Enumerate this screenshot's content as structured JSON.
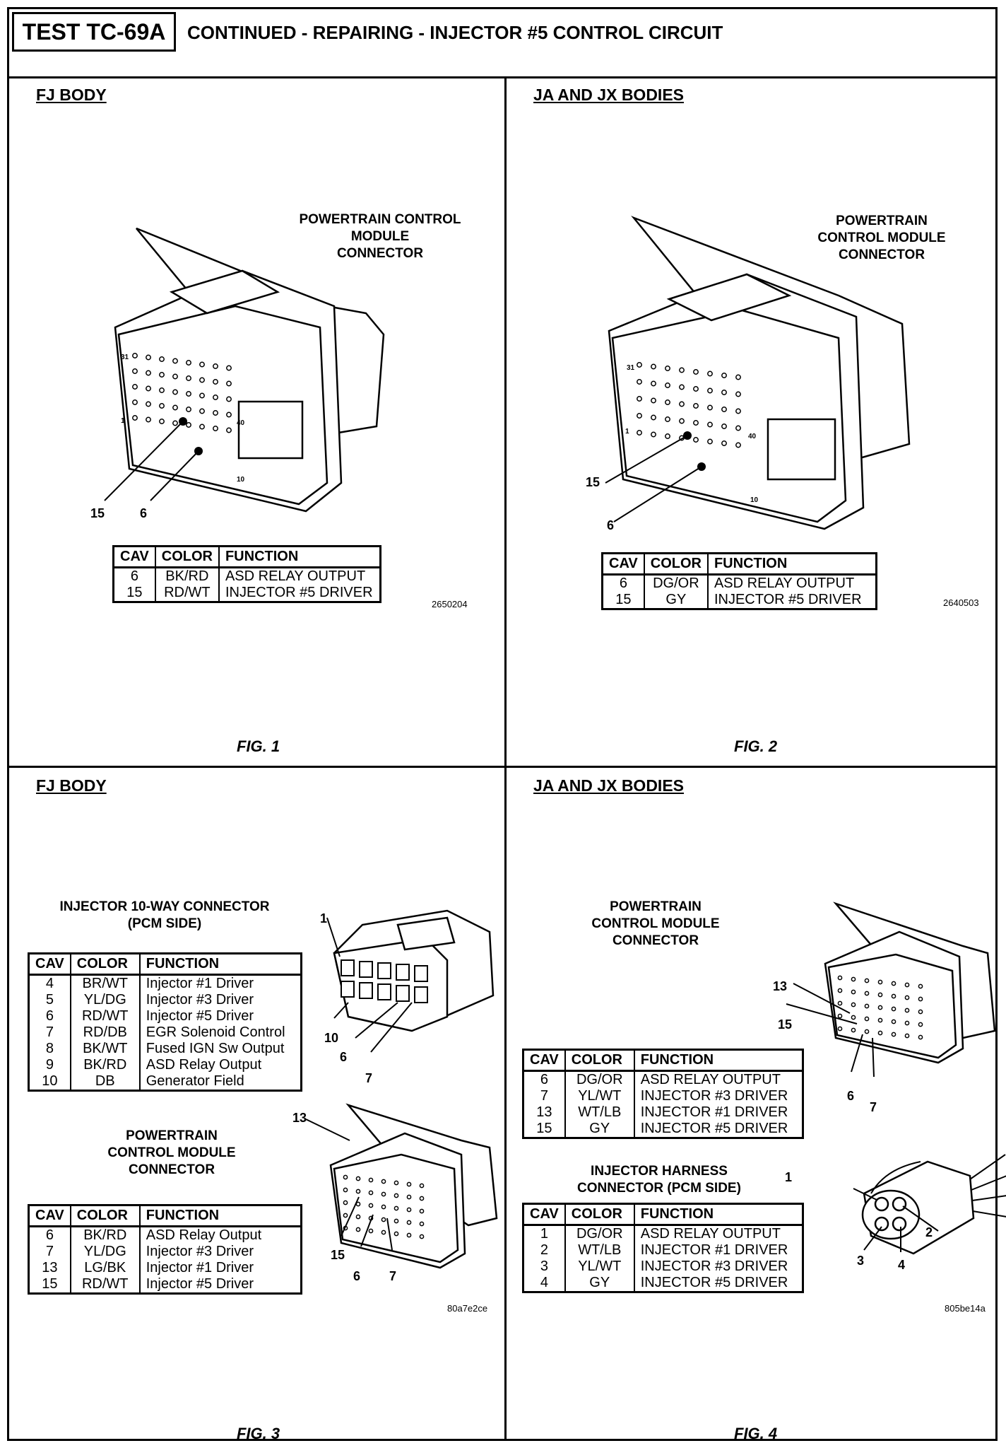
{
  "header": {
    "test_id": "TEST TC-69A",
    "title": "CONTINUED - REPAIRING - INJECTOR #5 CONTROL CIRCUIT"
  },
  "fig1": {
    "body_title": "FJ BODY",
    "connector_label": [
      "POWERTRAIN CONTROL",
      "MODULE",
      "CONNECTOR"
    ],
    "callouts": {
      "a": "15",
      "b": "6"
    },
    "pin_numbers": {
      "p31": "31",
      "p1": "1",
      "p40": "40",
      "p10": "10"
    },
    "table": {
      "headers": [
        "CAV",
        "COLOR",
        "FUNCTION"
      ],
      "rows": [
        [
          "6",
          "BK/RD",
          "ASD RELAY OUTPUT"
        ],
        [
          "15",
          "RD/WT",
          "INJECTOR #5 DRIVER"
        ]
      ]
    },
    "image_id": "2650204",
    "fig_label": "FIG. 1"
  },
  "fig2": {
    "body_title": "JA AND JX BODIES",
    "connector_label": [
      "POWERTRAIN",
      "CONTROL MODULE",
      "CONNECTOR"
    ],
    "callouts": {
      "a": "15",
      "b": "6"
    },
    "pin_numbers": {
      "p31": "31",
      "p1": "1",
      "p40": "40",
      "p10": "10"
    },
    "table": {
      "headers": [
        "CAV",
        "COLOR",
        "FUNCTION"
      ],
      "rows": [
        [
          "6",
          "DG/OR",
          "ASD RELAY OUTPUT"
        ],
        [
          "15",
          "GY",
          "INJECTOR #5 DRIVER"
        ]
      ]
    },
    "image_id": "2640503",
    "fig_label": "FIG. 2"
  },
  "fig3": {
    "body_title": "FJ BODY",
    "injector_label": [
      "INJECTOR 10-WAY CONNECTOR",
      "(PCM SIDE)"
    ],
    "injector_callouts": {
      "c1": "1",
      "c10": "10",
      "c6": "6",
      "c7": "7"
    },
    "injector_table": {
      "headers": [
        "CAV",
        "COLOR",
        "FUNCTION"
      ],
      "rows": [
        [
          "4",
          "BR/WT",
          "Injector #1 Driver"
        ],
        [
          "5",
          "YL/DG",
          "Injector #3 Driver"
        ],
        [
          "6",
          "RD/WT",
          "Injector #5 Driver"
        ],
        [
          "7",
          "RD/DB",
          "EGR Solenoid Control"
        ],
        [
          "8",
          "BK/WT",
          "Fused IGN Sw Output"
        ],
        [
          "9",
          "BK/RD",
          "ASD Relay Output"
        ],
        [
          "10",
          "DB",
          "Generator Field"
        ]
      ]
    },
    "pcm_label": [
      "POWERTRAIN",
      "CONTROL MODULE",
      "CONNECTOR"
    ],
    "pcm_callouts": {
      "c13": "13",
      "c15": "15",
      "c6": "6",
      "c7": "7"
    },
    "pcm_table": {
      "headers": [
        "CAV",
        "COLOR",
        "FUNCTION"
      ],
      "rows": [
        [
          "6",
          "BK/RD",
          "ASD Relay Output"
        ],
        [
          "7",
          "YL/DG",
          "Injector #3 Driver"
        ],
        [
          "13",
          "LG/BK",
          "Injector #1 Driver"
        ],
        [
          "15",
          "RD/WT",
          "Injector #5 Driver"
        ]
      ]
    },
    "image_id": "80a7e2ce",
    "fig_label": "FIG. 3"
  },
  "fig4": {
    "body_title": "JA AND JX BODIES",
    "pcm_label": [
      "POWERTRAIN",
      "CONTROL MODULE",
      "CONNECTOR"
    ],
    "pcm_callouts": {
      "c13": "13",
      "c15": "15",
      "c6": "6",
      "c7": "7"
    },
    "pcm_table": {
      "headers": [
        "CAV",
        "COLOR",
        "FUNCTION"
      ],
      "rows": [
        [
          "6",
          "DG/OR",
          "ASD RELAY OUTPUT"
        ],
        [
          "7",
          "YL/WT",
          "INJECTOR #3 DRIVER"
        ],
        [
          "13",
          "WT/LB",
          "INJECTOR #1 DRIVER"
        ],
        [
          "15",
          "GY",
          "INJECTOR #5 DRIVER"
        ]
      ]
    },
    "harness_label": [
      "INJECTOR HARNESS",
      "CONNECTOR (PCM SIDE)"
    ],
    "harness_callouts": {
      "c1": "1",
      "c2": "2",
      "c3": "3",
      "c4": "4"
    },
    "harness_table": {
      "headers": [
        "CAV",
        "COLOR",
        "FUNCTION"
      ],
      "rows": [
        [
          "1",
          "DG/OR",
          "ASD RELAY OUTPUT"
        ],
        [
          "2",
          "WT/LB",
          "INJECTOR #1 DRIVER"
        ],
        [
          "3",
          "YL/WT",
          "INJECTOR #3 DRIVER"
        ],
        [
          "4",
          "GY",
          "INJECTOR #5 DRIVER"
        ]
      ]
    },
    "image_id": "805be14a",
    "fig_label": "FIG. 4"
  }
}
